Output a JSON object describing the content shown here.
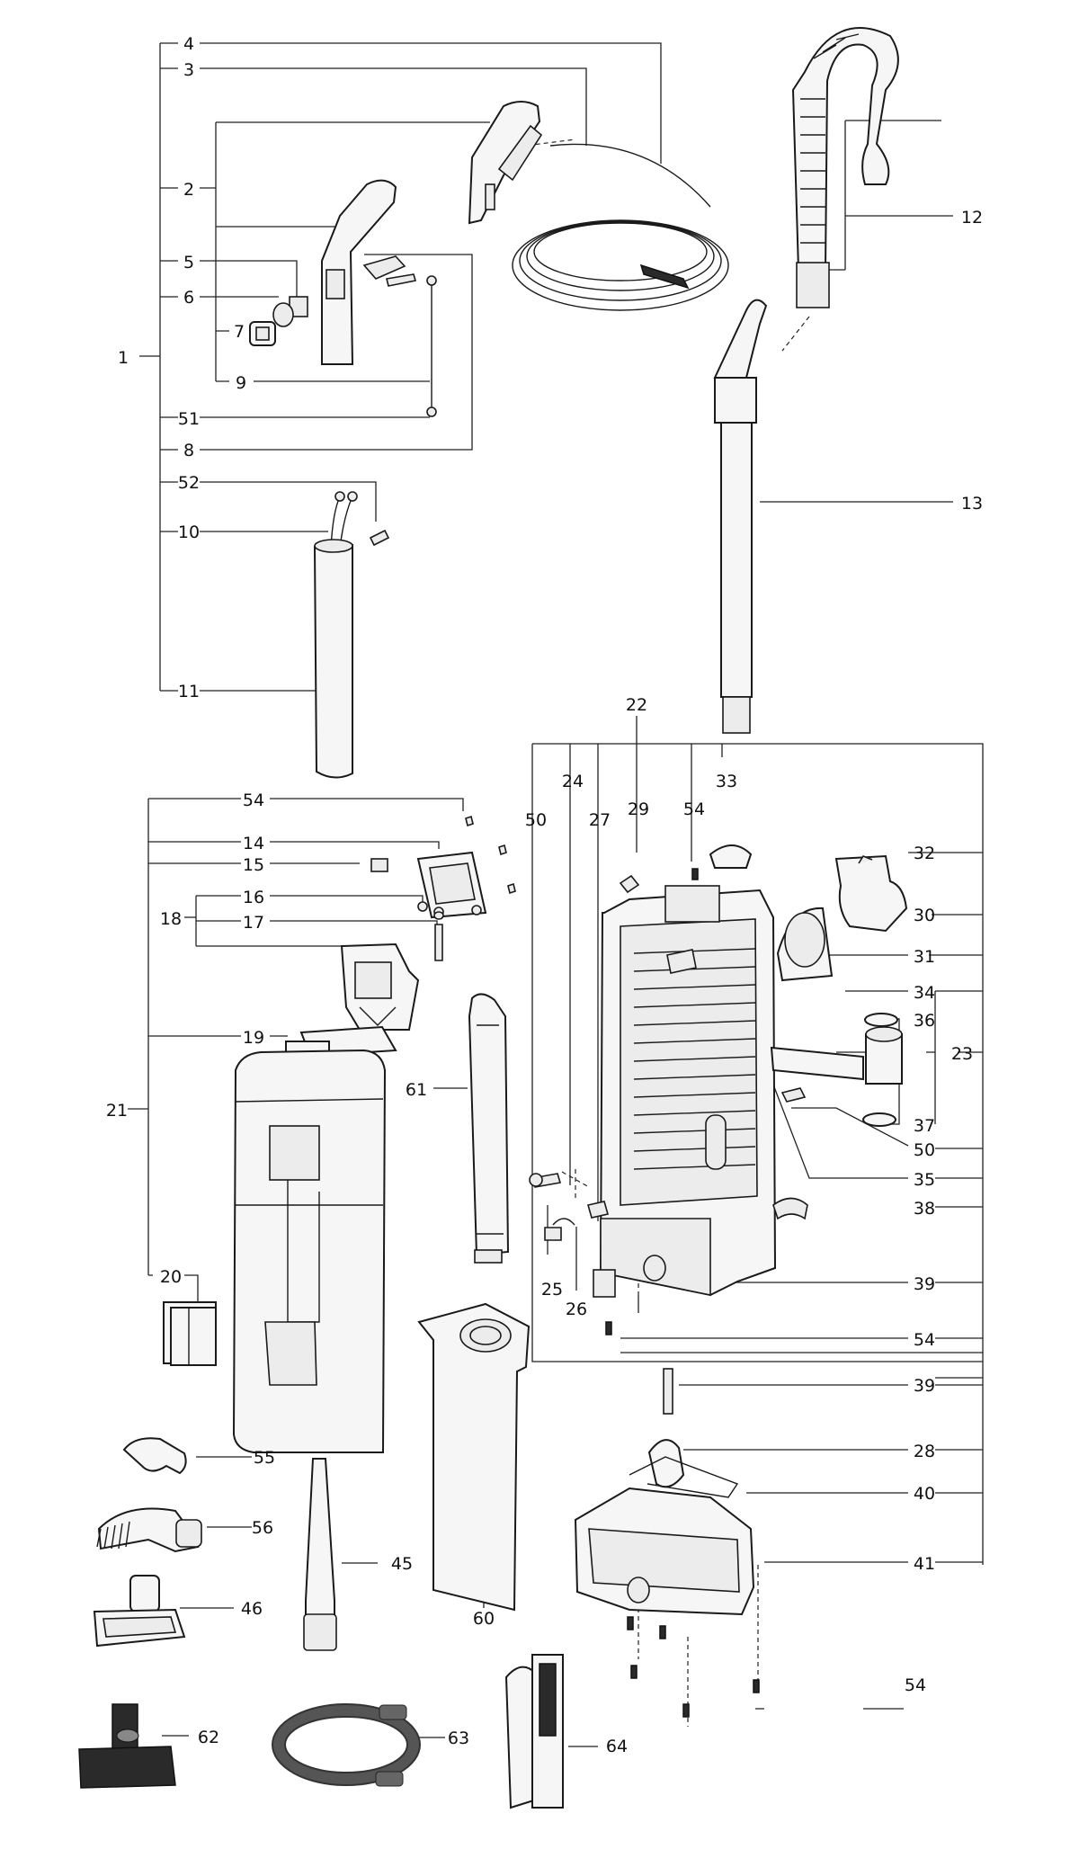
{
  "labels": {
    "l1": "1",
    "l2": "2",
    "l3": "3",
    "l4": "4",
    "l5": "5",
    "l6": "6",
    "l7": "7",
    "l8": "8",
    "l9": "9",
    "l10": "10",
    "l11": "11",
    "l12": "12",
    "l13": "13",
    "l14": "14",
    "l15": "15",
    "l16": "16",
    "l17": "17",
    "l18": "18",
    "l19": "19",
    "l20": "20",
    "l21": "21",
    "l22": "22",
    "l23": "23",
    "l24": "24",
    "l25": "25",
    "l26": "26",
    "l27": "27",
    "l28": "28",
    "l29": "29",
    "l30": "30",
    "l31": "31",
    "l32": "32",
    "l33": "33",
    "l34": "34",
    "l35": "35",
    "l36": "36",
    "l37": "37",
    "l38": "38",
    "l39a": "39",
    "l39b": "39",
    "l40": "40",
    "l41": "41",
    "l45": "45",
    "l46": "46",
    "l50a": "50",
    "l50b": "50",
    "l51": "51",
    "l52": "52",
    "l54a": "54",
    "l54b": "54",
    "l54c": "54",
    "l54d": "54",
    "l55": "55",
    "l56": "56",
    "l60": "60",
    "l61": "61",
    "l62": "62",
    "l63": "63",
    "l64": "64"
  },
  "colors": {
    "line": "#222222",
    "part_fill": "#f6f6f6",
    "dark_part": "#2a2a2a"
  }
}
